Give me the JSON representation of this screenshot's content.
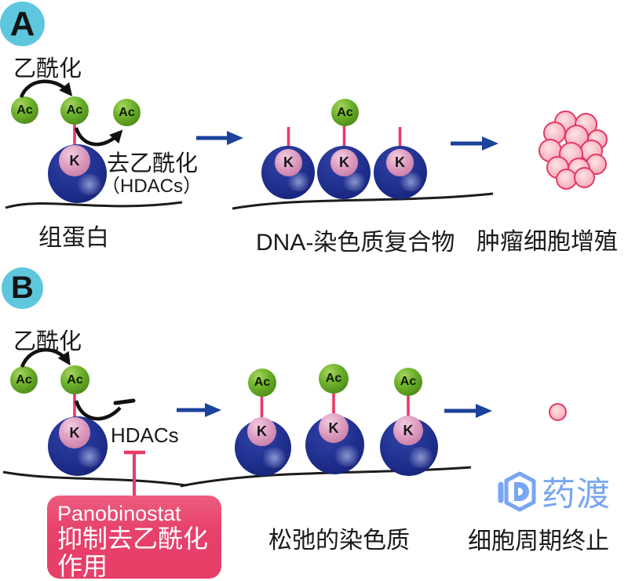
{
  "labels": {
    "ac": "Ac",
    "k": "K"
  },
  "panel_a": {
    "badge": "A",
    "acetylation": "乙酰化",
    "deacetylation": "去乙酰化",
    "hdacs": "（HDACs）",
    "histone": "组蛋白",
    "dna_complex": "DNA-染色质复合物",
    "proliferation": "肿瘤细胞增殖"
  },
  "panel_b": {
    "badge": "B",
    "acetylation": "乙酰化",
    "hdacs": "HDACs",
    "inhibitor": {
      "drug": "Panobinostat",
      "effect_line1": "抑制去乙酰化",
      "effect_line2": "作用"
    },
    "relaxed_chromatin": "松弛的染色质",
    "cell_cycle_arrest": "细胞周期终止"
  },
  "logo": {
    "text": "药渡",
    "mark": "hexagon-d-icon"
  },
  "colors": {
    "badge_cyan": "#5ec7de",
    "sphere_blue": "#1f3090",
    "ac_green": "#5da221",
    "k_pink": "#d994ba",
    "bond_red": "#e93a67",
    "arrow_blue": "#1c429c",
    "inhibitor_box_pink": "#e7416b",
    "tumor_cell_fill": "#f6aab6",
    "tumor_cell_border": "#e23a68",
    "logo_blue": "#78a6f2",
    "text_black": "#1a1a1a"
  }
}
